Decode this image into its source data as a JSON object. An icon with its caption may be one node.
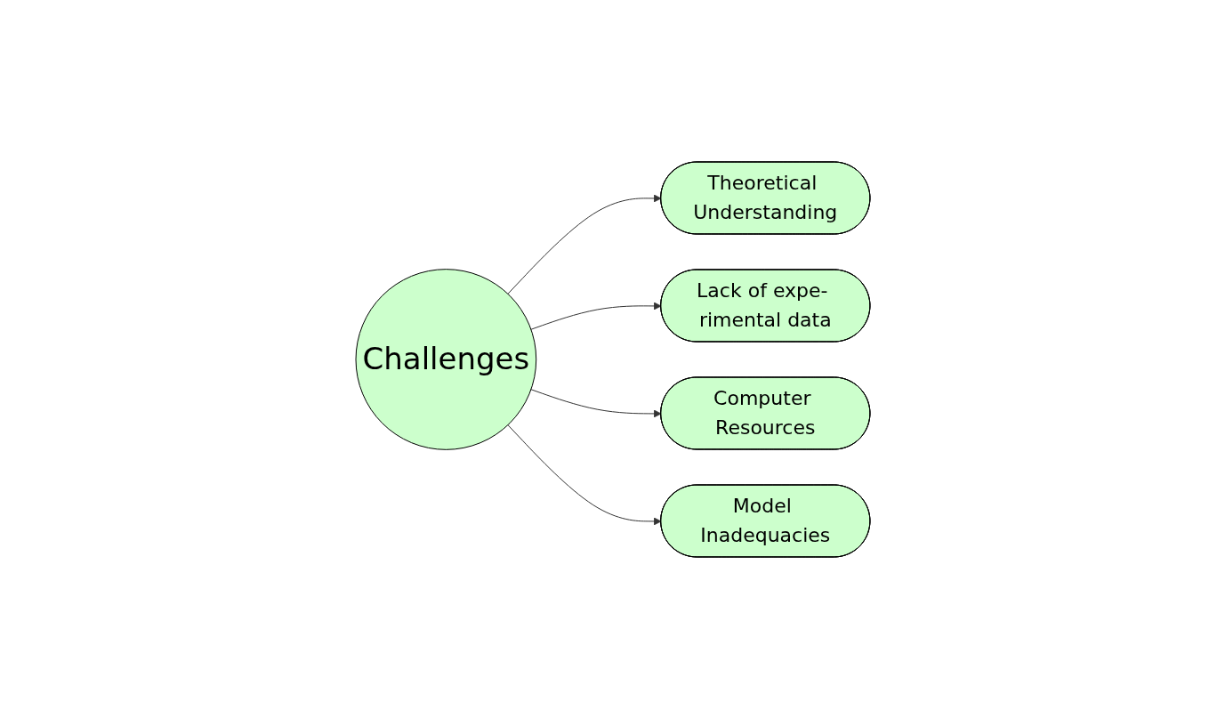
{
  "diagram": {
    "nodes": [
      {
        "text": [
          "Theoretical Understanding"
        ]
      },
      {
        "text": [
          "Lack of expe- rimental data"
        ]
      },
      {
        "text": [
          "Challenges"
        ]
      },
      {
        "text": [
          "Computer Resources"
        ]
      },
      {
        "text": [
          "Model Inadequacies"
        ]
      }
    ],
    "edges": [
      {
        "from": 2,
        "to": 0,
        "arrow": "to"
      },
      {
        "from": 2,
        "to": 1,
        "arrow": "to"
      },
      {
        "from": 2,
        "to": 3,
        "arrow": "to"
      },
      {
        "from": 2,
        "to": 4,
        "arrow": "to"
      }
    ]
  }
}
